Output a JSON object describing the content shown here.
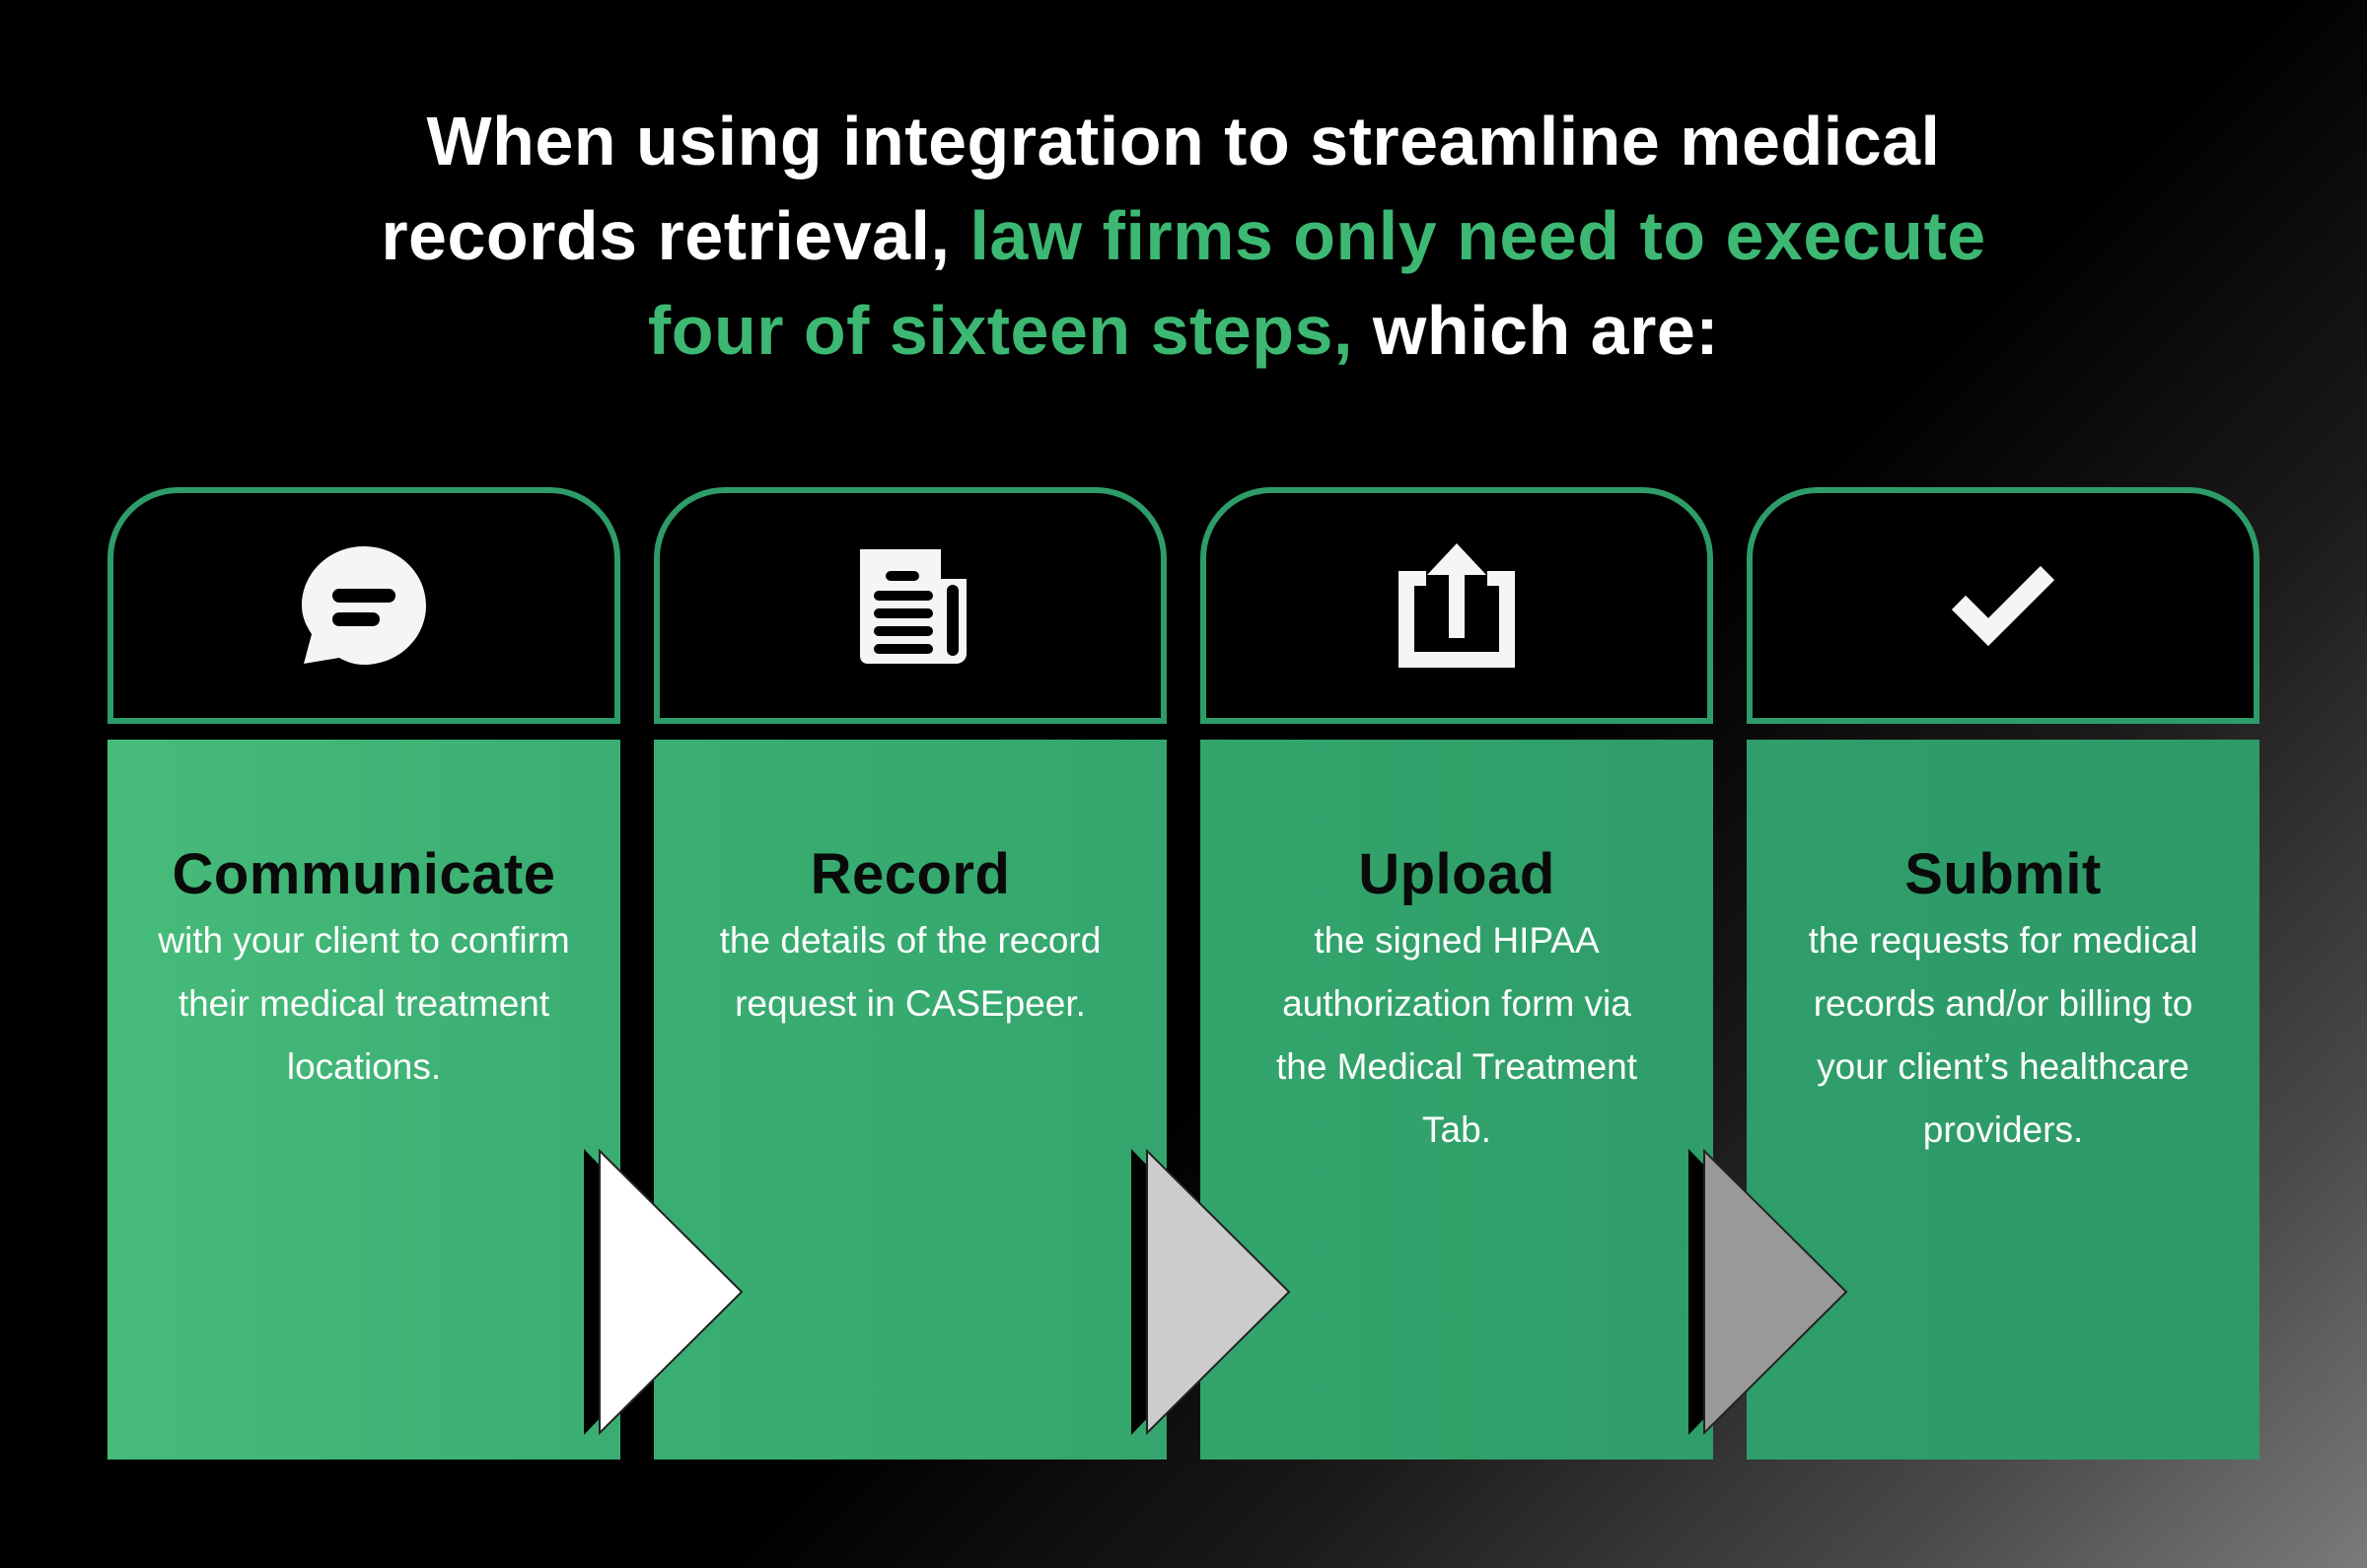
{
  "headline": {
    "line1": "When using integration to streamline medical",
    "line2_white": "records retrieval, ",
    "line2_green": "law firms only need to execute",
    "line3_green": "four of sixteen steps,",
    "line3_white": " which are:"
  },
  "colors": {
    "accent_green": "#3db873",
    "card_border": "#2e9c68",
    "card_green_light": "#47bb7a",
    "card_green_dark": "#2e9b69",
    "arrow_1": "#ffffff",
    "arrow_2": "#cccccc",
    "arrow_3": "#999999"
  },
  "steps": [
    {
      "icon": "chat-bubble-icon",
      "title": "Communicate",
      "text": "with your client to confirm their medical treatment locations."
    },
    {
      "icon": "document-icon",
      "title": "Record",
      "text": "the details of the record request in CASEpeer."
    },
    {
      "icon": "upload-share-icon",
      "title": "Upload",
      "text": "the signed HIPAA authorization form via the Medical Treatment Tab."
    },
    {
      "icon": "checkmark-icon",
      "title": "Submit",
      "text": "the requests for medical records and/or billing to your client’s healthcare providers."
    }
  ]
}
